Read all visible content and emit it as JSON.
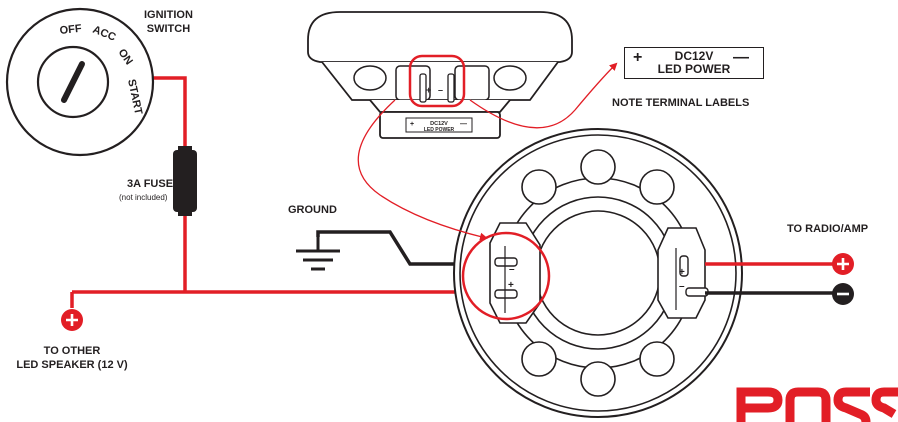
{
  "ignition_switch": {
    "title_line1": "IGNITION",
    "title_line2": "SWITCH",
    "positions": [
      "OFF",
      "ACC",
      "ON",
      "START"
    ]
  },
  "fuse": {
    "label": "3A FUSE",
    "note": "(not included)"
  },
  "ground": {
    "label": "GROUND"
  },
  "terminal_note": {
    "label": "NOTE TERMINAL LABELS"
  },
  "dc_label": {
    "plus": "+",
    "minus": "—",
    "line1": "DC12V",
    "line2": "LED POWER"
  },
  "mini_label": {
    "plus": "+",
    "minus": "—",
    "line1": "DC12V",
    "line2": "LED POWER"
  },
  "terminal_signs": {
    "led_minus": "–",
    "led_plus": "+",
    "spk_plus": "+",
    "spk_minus": "–",
    "top_plus": "+",
    "top_minus": "–"
  },
  "radio": {
    "label": "TO RADIO/AMP"
  },
  "other_speaker": {
    "line1": "TO OTHER",
    "line2": "LED SPEAKER (12 V)"
  },
  "colors": {
    "wire_red": "#e21e26",
    "wire_black": "#231f20",
    "outline": "#231f20"
  }
}
